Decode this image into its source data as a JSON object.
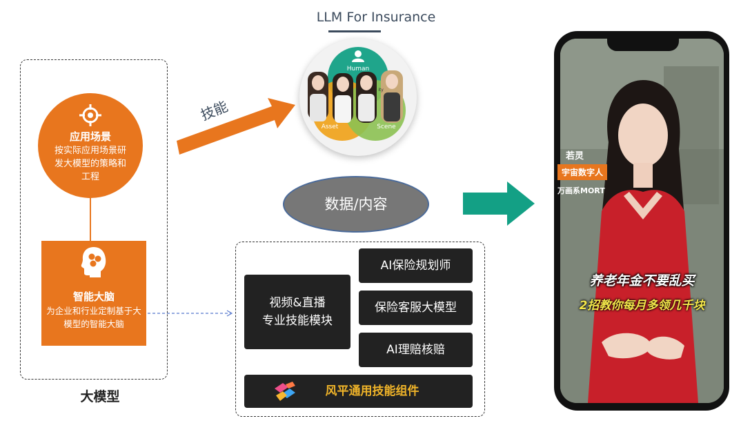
{
  "left": {
    "caption": "大模型",
    "scenario": {
      "title": "应用场景",
      "desc": "按实际应用场景研发大模型的策略和工程"
    },
    "brain": {
      "title": "智能大脑",
      "desc": "为企业和行业定制基于大模型的智能大脑"
    }
  },
  "llm": {
    "title": "LLM  For Insurance",
    "venn": {
      "top": "Human",
      "left": "Asset",
      "right": "Scene",
      "mid": "ity"
    }
  },
  "skill_label": "技能",
  "data_label": "数据/内容",
  "modules": {
    "video": "视频&直播\n专业技能模块",
    "planner": "AI保险规划师",
    "service": "保险客服大模型",
    "claims": "AI理赔核赔",
    "component": "风平通用技能组件"
  },
  "phone": {
    "name": "若灵",
    "tag": "宇宙数字人",
    "company": "万画系MORT",
    "caption_main": "养老年金不要乱买",
    "caption_sub": "2招教你每月多领几千块"
  },
  "colors": {
    "orange": "#e8761e",
    "teal": "#13a085",
    "dark": "#222222"
  }
}
